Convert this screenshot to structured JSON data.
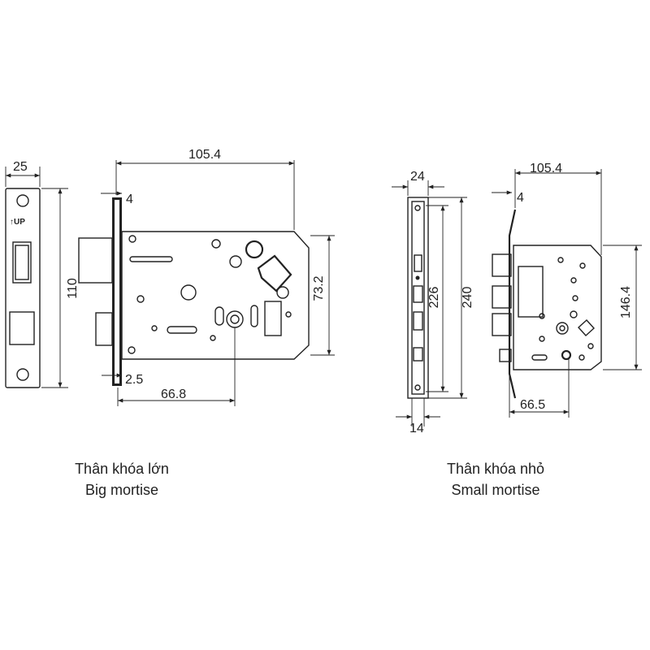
{
  "big_mortise": {
    "faceplate_width": "25",
    "faceplate_height": "110",
    "faceplate_mark": "↑UP",
    "front_thickness": "4",
    "body_length": "105.4",
    "body_height": "73.2",
    "backset": "66.8",
    "faceplate_thickness": "2.5",
    "caption_vi": "Thân khóa lớn",
    "caption_en": "Big mortise"
  },
  "small_mortise": {
    "faceplate_width": "24",
    "faceplate_inner_width": "14",
    "inner_height": "226",
    "faceplate_height": "240",
    "front_thickness": "4",
    "body_length": "105.4",
    "body_height": "146.4",
    "backset": "66.5",
    "caption_vi": "Thân khóa nhỏ",
    "caption_en": "Small mortise"
  }
}
